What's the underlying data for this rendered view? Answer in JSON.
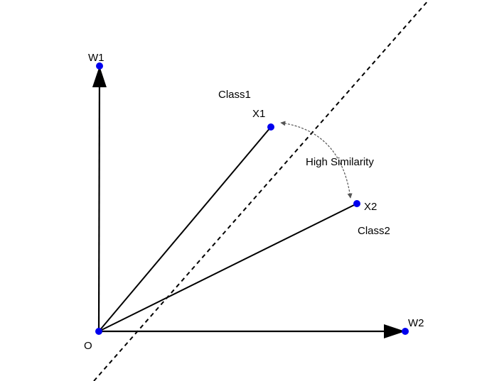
{
  "diagram": {
    "origin_label": "O",
    "axis_w1_label": "W1",
    "axis_w2_label": "W2",
    "point_x1_label": "X1",
    "point_x2_label": "X2",
    "class1_label": "Class1",
    "class2_label": "Class2",
    "similarity_label": "High Similarity",
    "colors": {
      "point": "#0000ee",
      "line": "#000000",
      "arc": "#555555",
      "background": "#ffffff"
    }
  }
}
